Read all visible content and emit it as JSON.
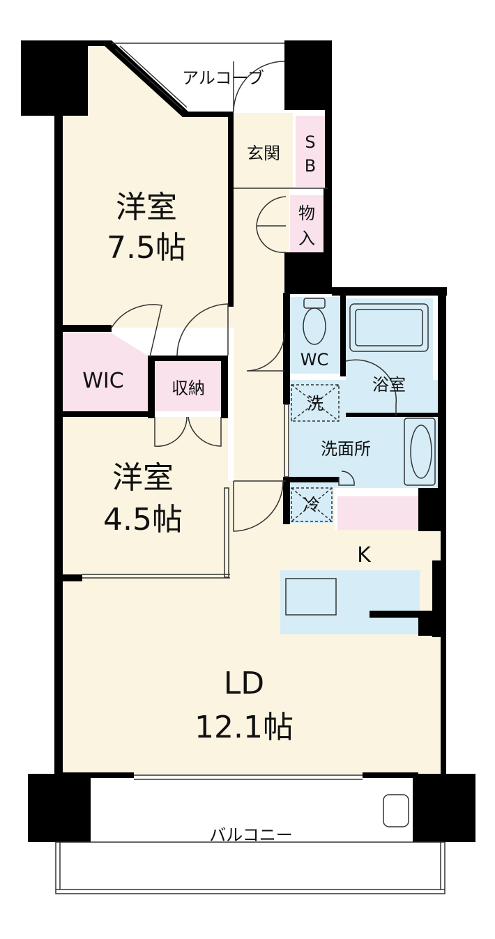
{
  "rooms": {
    "western_room_1": {
      "name": "洋室",
      "size": "7.5帖"
    },
    "western_room_2": {
      "name": "洋室",
      "size": "4.5帖"
    },
    "living_dining": {
      "name": "LD",
      "size": "12.1帖"
    },
    "kitchen": {
      "name": "K"
    },
    "wic": {
      "name": "WIC"
    },
    "storage": {
      "name": "収納"
    },
    "entrance": {
      "name": "玄関"
    },
    "shoe_box": {
      "line1": "S",
      "line2": "B"
    },
    "storeroom": {
      "line1": "物",
      "line2": "入"
    },
    "toilet": {
      "name": "WC"
    },
    "bathroom": {
      "name": "浴室"
    },
    "washroom": {
      "name": "洗面所"
    },
    "washer": {
      "name": "洗"
    },
    "fridge": {
      "name": "冷"
    },
    "alcove": {
      "name": "アルコーブ"
    },
    "balcony": {
      "name": "バルコニー"
    }
  },
  "colors": {
    "floor": "#fbf4e1",
    "closet_pink": "#f9e2ec",
    "wet_blue": "#d6edf7",
    "wall": "#000000"
  }
}
